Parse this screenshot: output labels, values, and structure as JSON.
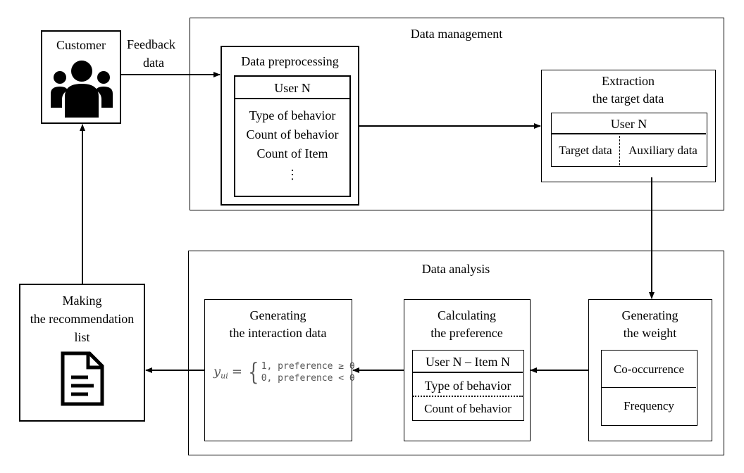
{
  "customer": {
    "title": "Customer"
  },
  "feedback": {
    "line1": "Feedback",
    "line2": "data"
  },
  "data_management": {
    "title": "Data management",
    "preprocessing": {
      "title": "Data preprocessing",
      "header": "User N",
      "items": [
        "Type of behavior",
        "Count of behavior",
        "Count of Item",
        "⋮"
      ]
    },
    "extraction": {
      "title_line1": "Extraction",
      "title_line2": "the target data",
      "header": "User N",
      "col1": "Target data",
      "col2": "Auxiliary data"
    }
  },
  "data_analysis": {
    "title": "Data analysis",
    "weight": {
      "title_line1": "Generating",
      "title_line2": "the weight",
      "item1": "Co-occurrence",
      "item2": "Frequency"
    },
    "preference": {
      "title_line1": "Calculating",
      "title_line2": "the preference",
      "header": "User N – Item N",
      "item1": "Type of behavior",
      "item2": "Count of behavior"
    },
    "interaction": {
      "title_line1": "Generating",
      "title_line2": "the interaction data",
      "formula_lhs": "y",
      "formula_sub": "ui",
      "formula_eq": "=",
      "case1": "1, preference ≥ θ",
      "case2": "0, preference < θ"
    }
  },
  "recommendation": {
    "title_line1": "Making",
    "title_line2": "the recommendation",
    "title_line3": "list"
  },
  "icons": [
    "people-group-icon",
    "document-icon"
  ]
}
